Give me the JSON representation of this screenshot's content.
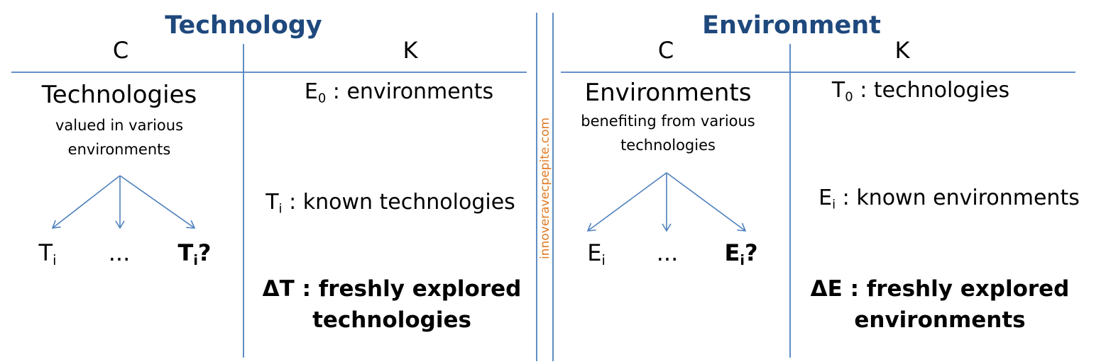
{
  "colors": {
    "line": "#4f81bd",
    "title": "#1f497d",
    "watermark": "#e07b24"
  },
  "watermark": "innoveravecpepite.com",
  "left": {
    "title": "Technology",
    "c_header": "C",
    "k_header": "K",
    "concept_title": "Technologies",
    "concept_line1": "valued in various",
    "concept_line2": "environments",
    "leaf1_base": "T",
    "leaf1_sub": "i",
    "leaf2": "...",
    "leaf3_base": "T",
    "leaf3_sub": "i",
    "leaf3_suffix": "?",
    "k_item1_base": "E",
    "k_item1_sub": "0",
    "k_item1_rest": " : environments",
    "k_item2_base": "T",
    "k_item2_sub": "i",
    "k_item2_rest": " : known technologies",
    "k_item3_line1": "ΔT : freshly explored",
    "k_item3_line2": "technologies"
  },
  "right": {
    "title": "Environment",
    "c_header": "C",
    "k_header": "K",
    "concept_title": "Environments",
    "concept_line1": "benefiting from various",
    "concept_line2": "technologies",
    "leaf1_base": "E",
    "leaf1_sub": "i",
    "leaf2": "...",
    "leaf3_base": "E",
    "leaf3_sub": "i",
    "leaf3_suffix": "?",
    "k_item1_base": "T",
    "k_item1_sub": "0",
    "k_item1_rest": " : technologies",
    "k_item2_base": "E",
    "k_item2_sub": "i",
    "k_item2_rest": " : known environments",
    "k_item3_line1": "ΔE : freshly explored",
    "k_item3_line2": "environments"
  }
}
